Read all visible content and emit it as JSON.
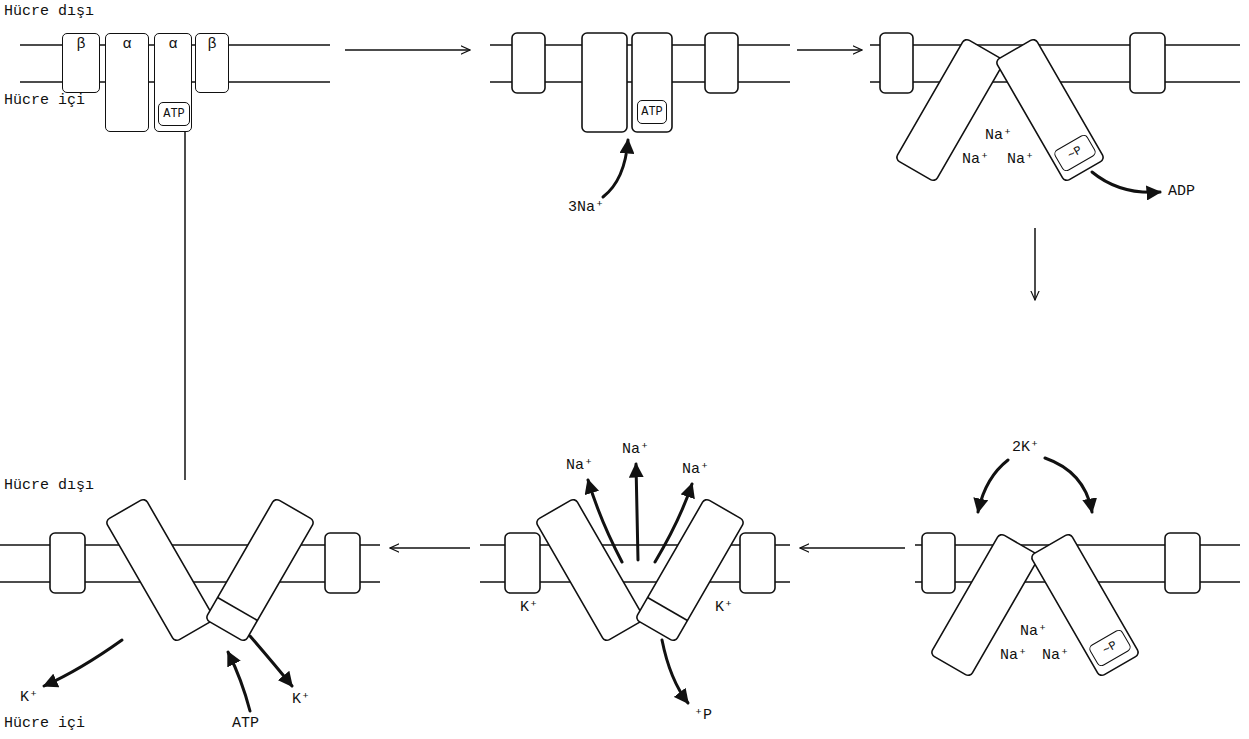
{
  "diagram": {
    "nodes": [
      {
        "text": [
          "β"
        ]
      },
      {
        "text": [
          "α"
        ]
      },
      {
        "text": [
          "α"
        ]
      },
      {
        "text": [
          "ATP"
        ],
        "in": 2
      },
      {
        "text": [
          "β"
        ]
      },
      {
        "text": [
          "ATP"
        ]
      },
      {
        "text": [
          "~P"
        ]
      },
      {
        "text": [
          "~P"
        ]
      }
    ],
    "labels": [
      "Hücre dışı",
      "Hücre içi",
      "3Na⁺",
      "Na⁺",
      "Na⁺",
      "Na⁺",
      "ADP",
      "Hücre dışı",
      "Na⁺",
      "Na⁺",
      "Na⁺",
      "2K⁺",
      "K⁺",
      "K⁺",
      "Na⁺",
      "Na⁺",
      "Na⁺",
      "K⁺",
      "⁺P",
      "K⁺",
      "ATP",
      "Hücre içi"
    ]
  }
}
